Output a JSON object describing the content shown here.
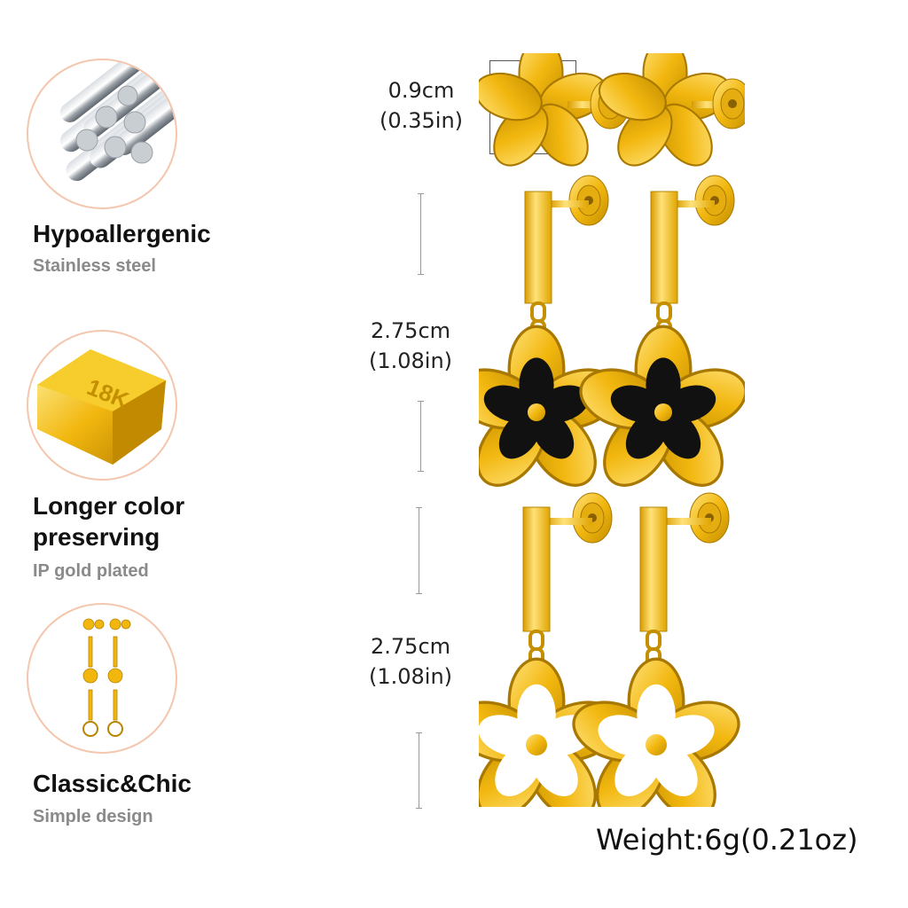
{
  "features": [
    {
      "title": "Hypoallergenic",
      "subtitle": "Stainless steel",
      "icon": "steel-rods-icon"
    },
    {
      "title": "Longer color\npreserving",
      "subtitle": "IP gold plated",
      "icon": "gold-bar-icon",
      "bar_label": "18K"
    },
    {
      "title": "Classic&Chic",
      "subtitle": "Simple design",
      "icon": "earring-set-icon"
    }
  ],
  "measurements": [
    {
      "cm": "0.9cm",
      "in": "(0.35in)"
    },
    {
      "cm": "2.75cm",
      "in": "(1.08in)"
    },
    {
      "cm": "2.75cm",
      "in": "(1.08in)"
    }
  ],
  "weight": "Weight:6g(0.21oz)",
  "colors": {
    "gold": "#f2b70f",
    "gold_light": "#ffe27a",
    "gold_dark": "#b88400",
    "enamel": "#111111",
    "circle_border": "#f4c6ad"
  }
}
